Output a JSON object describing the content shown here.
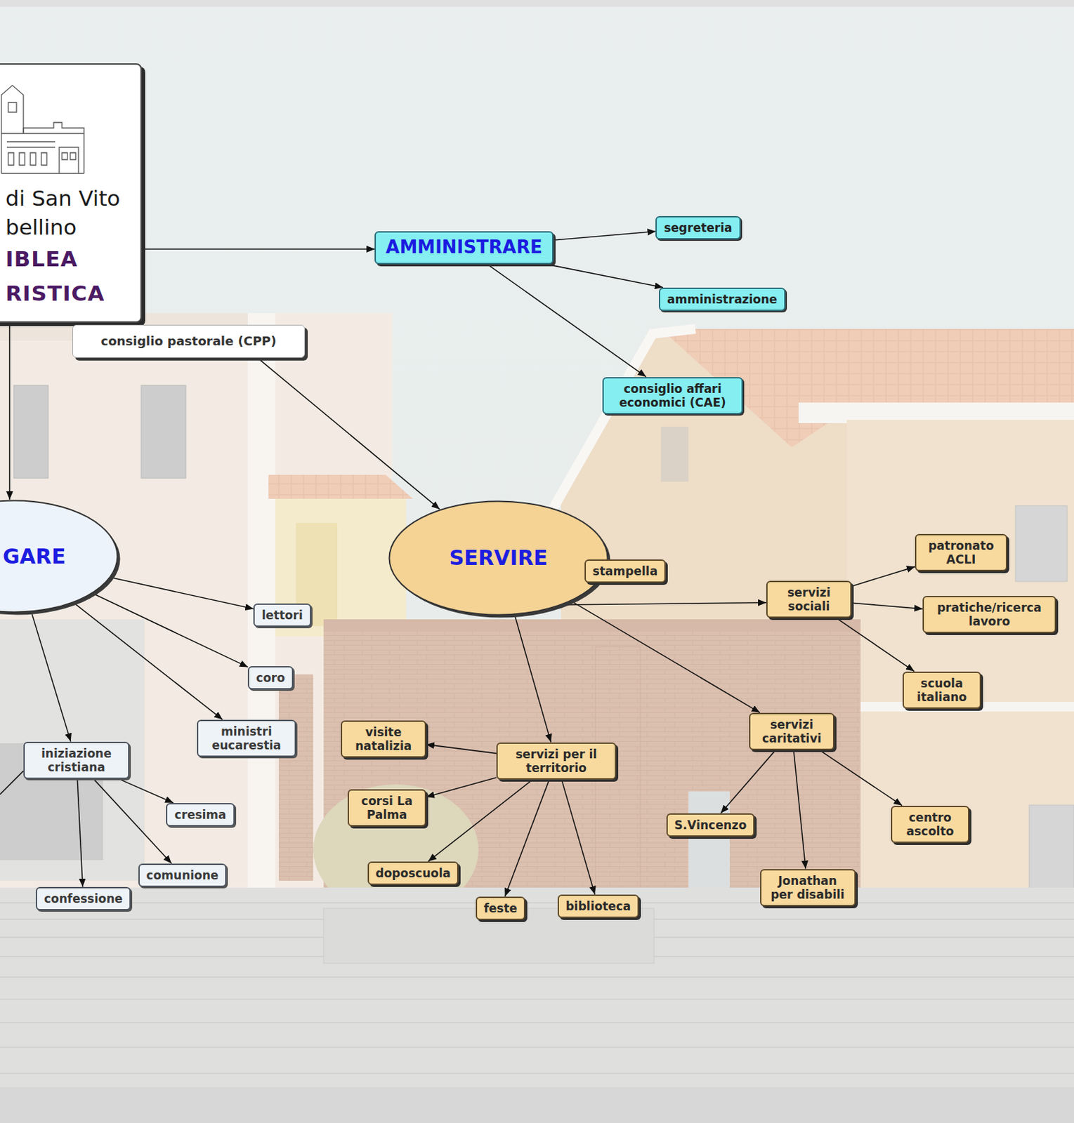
{
  "diagram": {
    "nodes": [
      {
        "text": [
          "di San Vito bellino",
          "IBLEA RISTICA"
        ]
      },
      {
        "text": [
          "AMMINISTRARE"
        ]
      },
      {
        "text": [
          "segreteria"
        ]
      },
      {
        "text": [
          "amministrazione"
        ]
      },
      {
        "text": [
          "consiglio pastorale (CPP)"
        ]
      },
      {
        "text": [
          "consiglio affari economici (CAE)"
        ]
      },
      {
        "text": [
          "GARE"
        ]
      },
      {
        "text": [
          "SERVIRE"
        ]
      },
      {
        "text": [
          "stampella"
        ]
      },
      {
        "text": [
          "lettori"
        ]
      },
      {
        "text": [
          "servizi sociali"
        ]
      },
      {
        "text": [
          "patronato ACLI"
        ]
      },
      {
        "text": [
          "pratiche/ricerca lavoro"
        ]
      },
      {
        "text": [
          "coro"
        ]
      },
      {
        "text": [
          "scuola italiano"
        ]
      },
      {
        "text": [
          "servizi caritativi"
        ]
      },
      {
        "text": [
          "ministri eucarestia"
        ]
      },
      {
        "text": [
          "iniziazione cristiana"
        ]
      },
      {
        "text": [
          "visite natalizia"
        ]
      },
      {
        "text": [
          "servizi per il territorio"
        ]
      },
      {
        "text": [
          "corsi La Palma"
        ]
      },
      {
        "text": [
          "cresima"
        ]
      },
      {
        "text": [
          "S.Vincenzo"
        ]
      },
      {
        "text": [
          "centro ascolto"
        ]
      },
      {
        "text": [
          "doposcuola"
        ]
      },
      {
        "text": [
          "comunione"
        ]
      },
      {
        "text": [
          "confessione"
        ]
      },
      {
        "text": [
          "Jonathan per disabili"
        ]
      },
      {
        "text": [
          "feste"
        ]
      },
      {
        "text": [
          "biblioteca"
        ]
      }
    ],
    "edges": [
      {
        "from": 0,
        "to": 1,
        "arrow": "to"
      },
      {
        "from": 0,
        "to": 6,
        "arrow": "to"
      },
      {
        "from": 4,
        "to": 7,
        "arrow": "to"
      },
      {
        "from": 1,
        "to": 2,
        "arrow": "to"
      },
      {
        "from": 1,
        "to": 3,
        "arrow": "to"
      },
      {
        "from": 1,
        "to": 5,
        "arrow": "to"
      },
      {
        "from": 6,
        "to": 9,
        "arrow": "to"
      },
      {
        "from": 6,
        "to": 13,
        "arrow": "to"
      },
      {
        "from": 6,
        "to": 16,
        "arrow": "to"
      },
      {
        "from": 6,
        "to": 17,
        "arrow": "to"
      },
      {
        "from": 17,
        "to": 21,
        "arrow": "to"
      },
      {
        "from": 17,
        "to": 25,
        "arrow": "to"
      },
      {
        "from": 17,
        "to": 26,
        "arrow": "to"
      },
      {
        "from": 7,
        "to": 10,
        "arrow": "to"
      },
      {
        "from": 7,
        "to": 19,
        "arrow": "to"
      },
      {
        "from": 7,
        "to": 15,
        "arrow": "to"
      },
      {
        "from": 10,
        "to": 11,
        "arrow": "to"
      },
      {
        "from": 10,
        "to": 12,
        "arrow": "to"
      },
      {
        "from": 10,
        "to": 14,
        "arrow": "to"
      },
      {
        "from": 19,
        "to": 18,
        "arrow": "to"
      },
      {
        "from": 19,
        "to": 20,
        "arrow": "to"
      },
      {
        "from": 19,
        "to": 24,
        "arrow": "to"
      },
      {
        "from": 19,
        "to": 28,
        "arrow": "to"
      },
      {
        "from": 19,
        "to": 29,
        "arrow": "to"
      },
      {
        "from": 15,
        "to": 22,
        "arrow": "to"
      },
      {
        "from": 15,
        "to": 27,
        "arrow": "to"
      },
      {
        "from": 15,
        "to": 23,
        "arrow": "to"
      }
    ]
  }
}
